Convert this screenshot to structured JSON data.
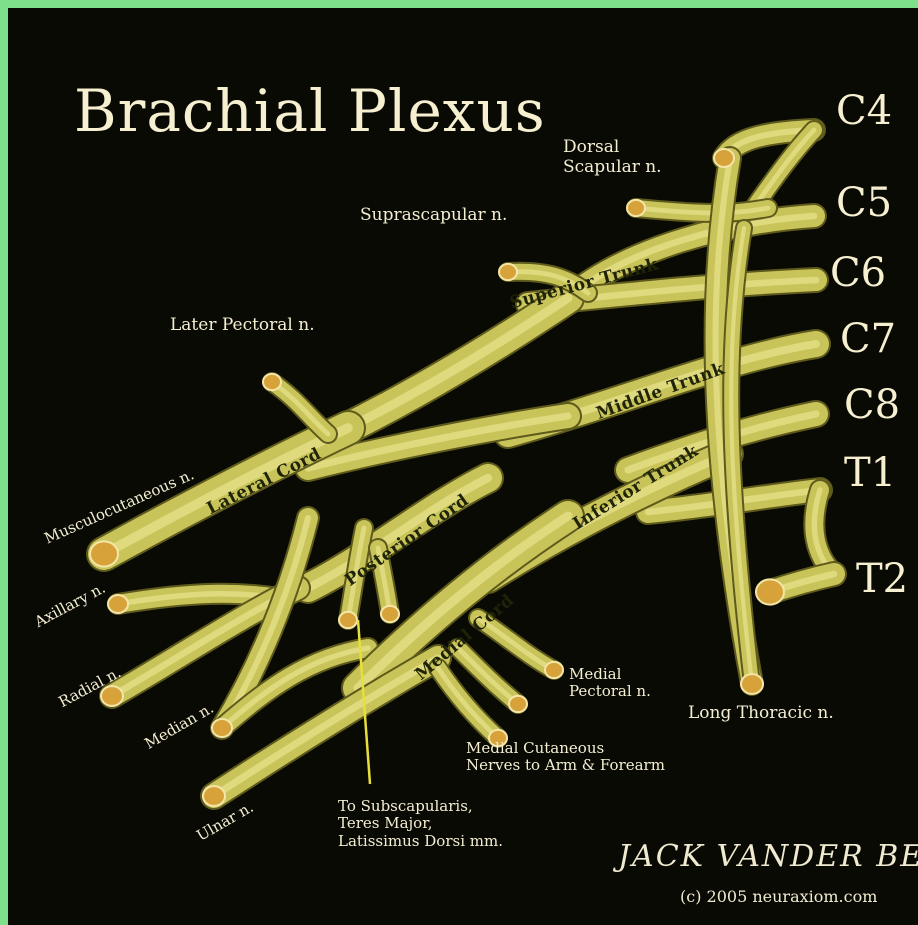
{
  "title": "Brachial Plexus",
  "colors": {
    "frame": "#7ee08a",
    "background": "#0a0a05",
    "nerve": "#c9c45a",
    "nerve_highlight": "#f0ec9c",
    "nerve_shadow": "#5d5a1c",
    "nerve_end": "#d7a23a",
    "label": "#f4eed2",
    "pointer_line": "#e8e03a"
  },
  "roots": [
    "C4",
    "C5",
    "C6",
    "C7",
    "C8",
    "T1",
    "T2"
  ],
  "trunks": {
    "superior": "Superior Trunk",
    "middle": "Middle Trunk",
    "inferior": "Inferior Trunk"
  },
  "cords": {
    "lateral": "Lateral Cord",
    "posterior": "Posterior Cord",
    "medial": "Medial Cord"
  },
  "nerves": {
    "dorsal_scapular": "Dorsal\nScapular n.",
    "suprascapular": "Suprascapular n.",
    "lateral_pectoral": "Later Pectoral n.",
    "musculocutaneous": "Musculocutaneous n.",
    "axillary": "Axillary n.",
    "radial": "Radial n.",
    "median": "Median n.",
    "ulnar": "Ulnar n.",
    "subscapular": "To Subscapularis,\nTeres Major,\nLatissimus Dorsi mm.",
    "medial_cutaneous": "Medial Cutaneous\nNerves to Arm & Forearm",
    "medial_pectoral": "Medial\nPectoral n.",
    "long_thoracic": "Long Thoracic n."
  },
  "signature": "JACK VANDER BEEK",
  "copyright": "(c) 2005 neuraxiom.com"
}
